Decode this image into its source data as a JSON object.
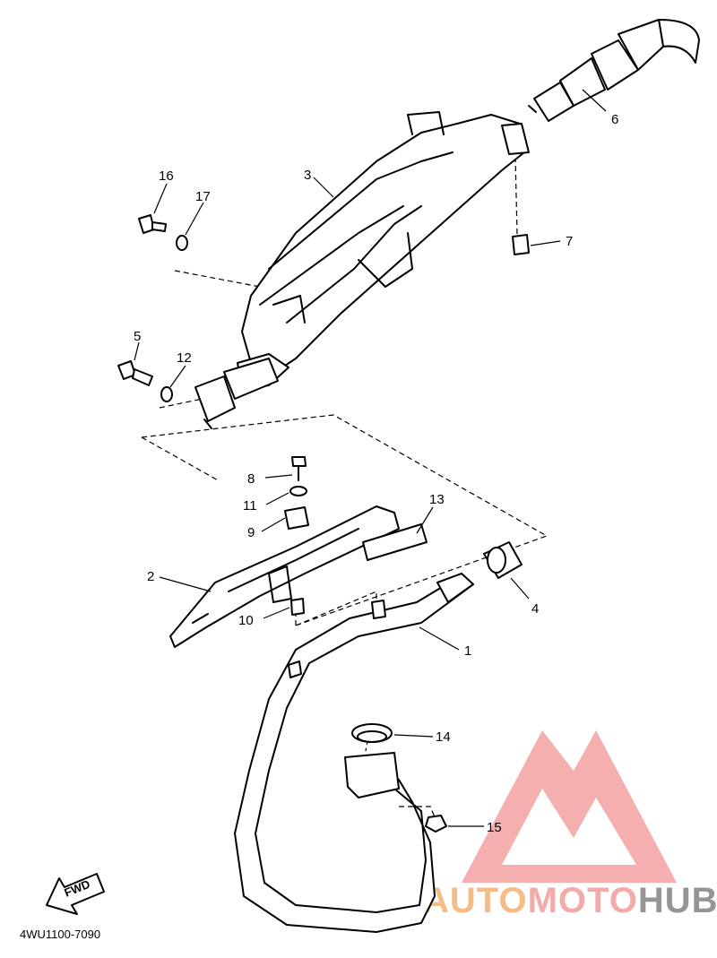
{
  "diagram": {
    "part_code": "4WU1100-7090",
    "direction_label": "FWD",
    "callouts": [
      "1",
      "2",
      "3",
      "4",
      "5",
      "6",
      "7",
      "8",
      "9",
      "10",
      "11",
      "12",
      "13",
      "14",
      "15",
      "16",
      "17"
    ]
  },
  "watermark": {
    "part1": "AUTO",
    "part2": "MOTO",
    "part3": "HUB",
    "colors": {
      "auto": "#f5b57a",
      "moto": "#f4a1a1",
      "hub": "#8a8a8a",
      "triangle": "#f08a8a"
    }
  }
}
